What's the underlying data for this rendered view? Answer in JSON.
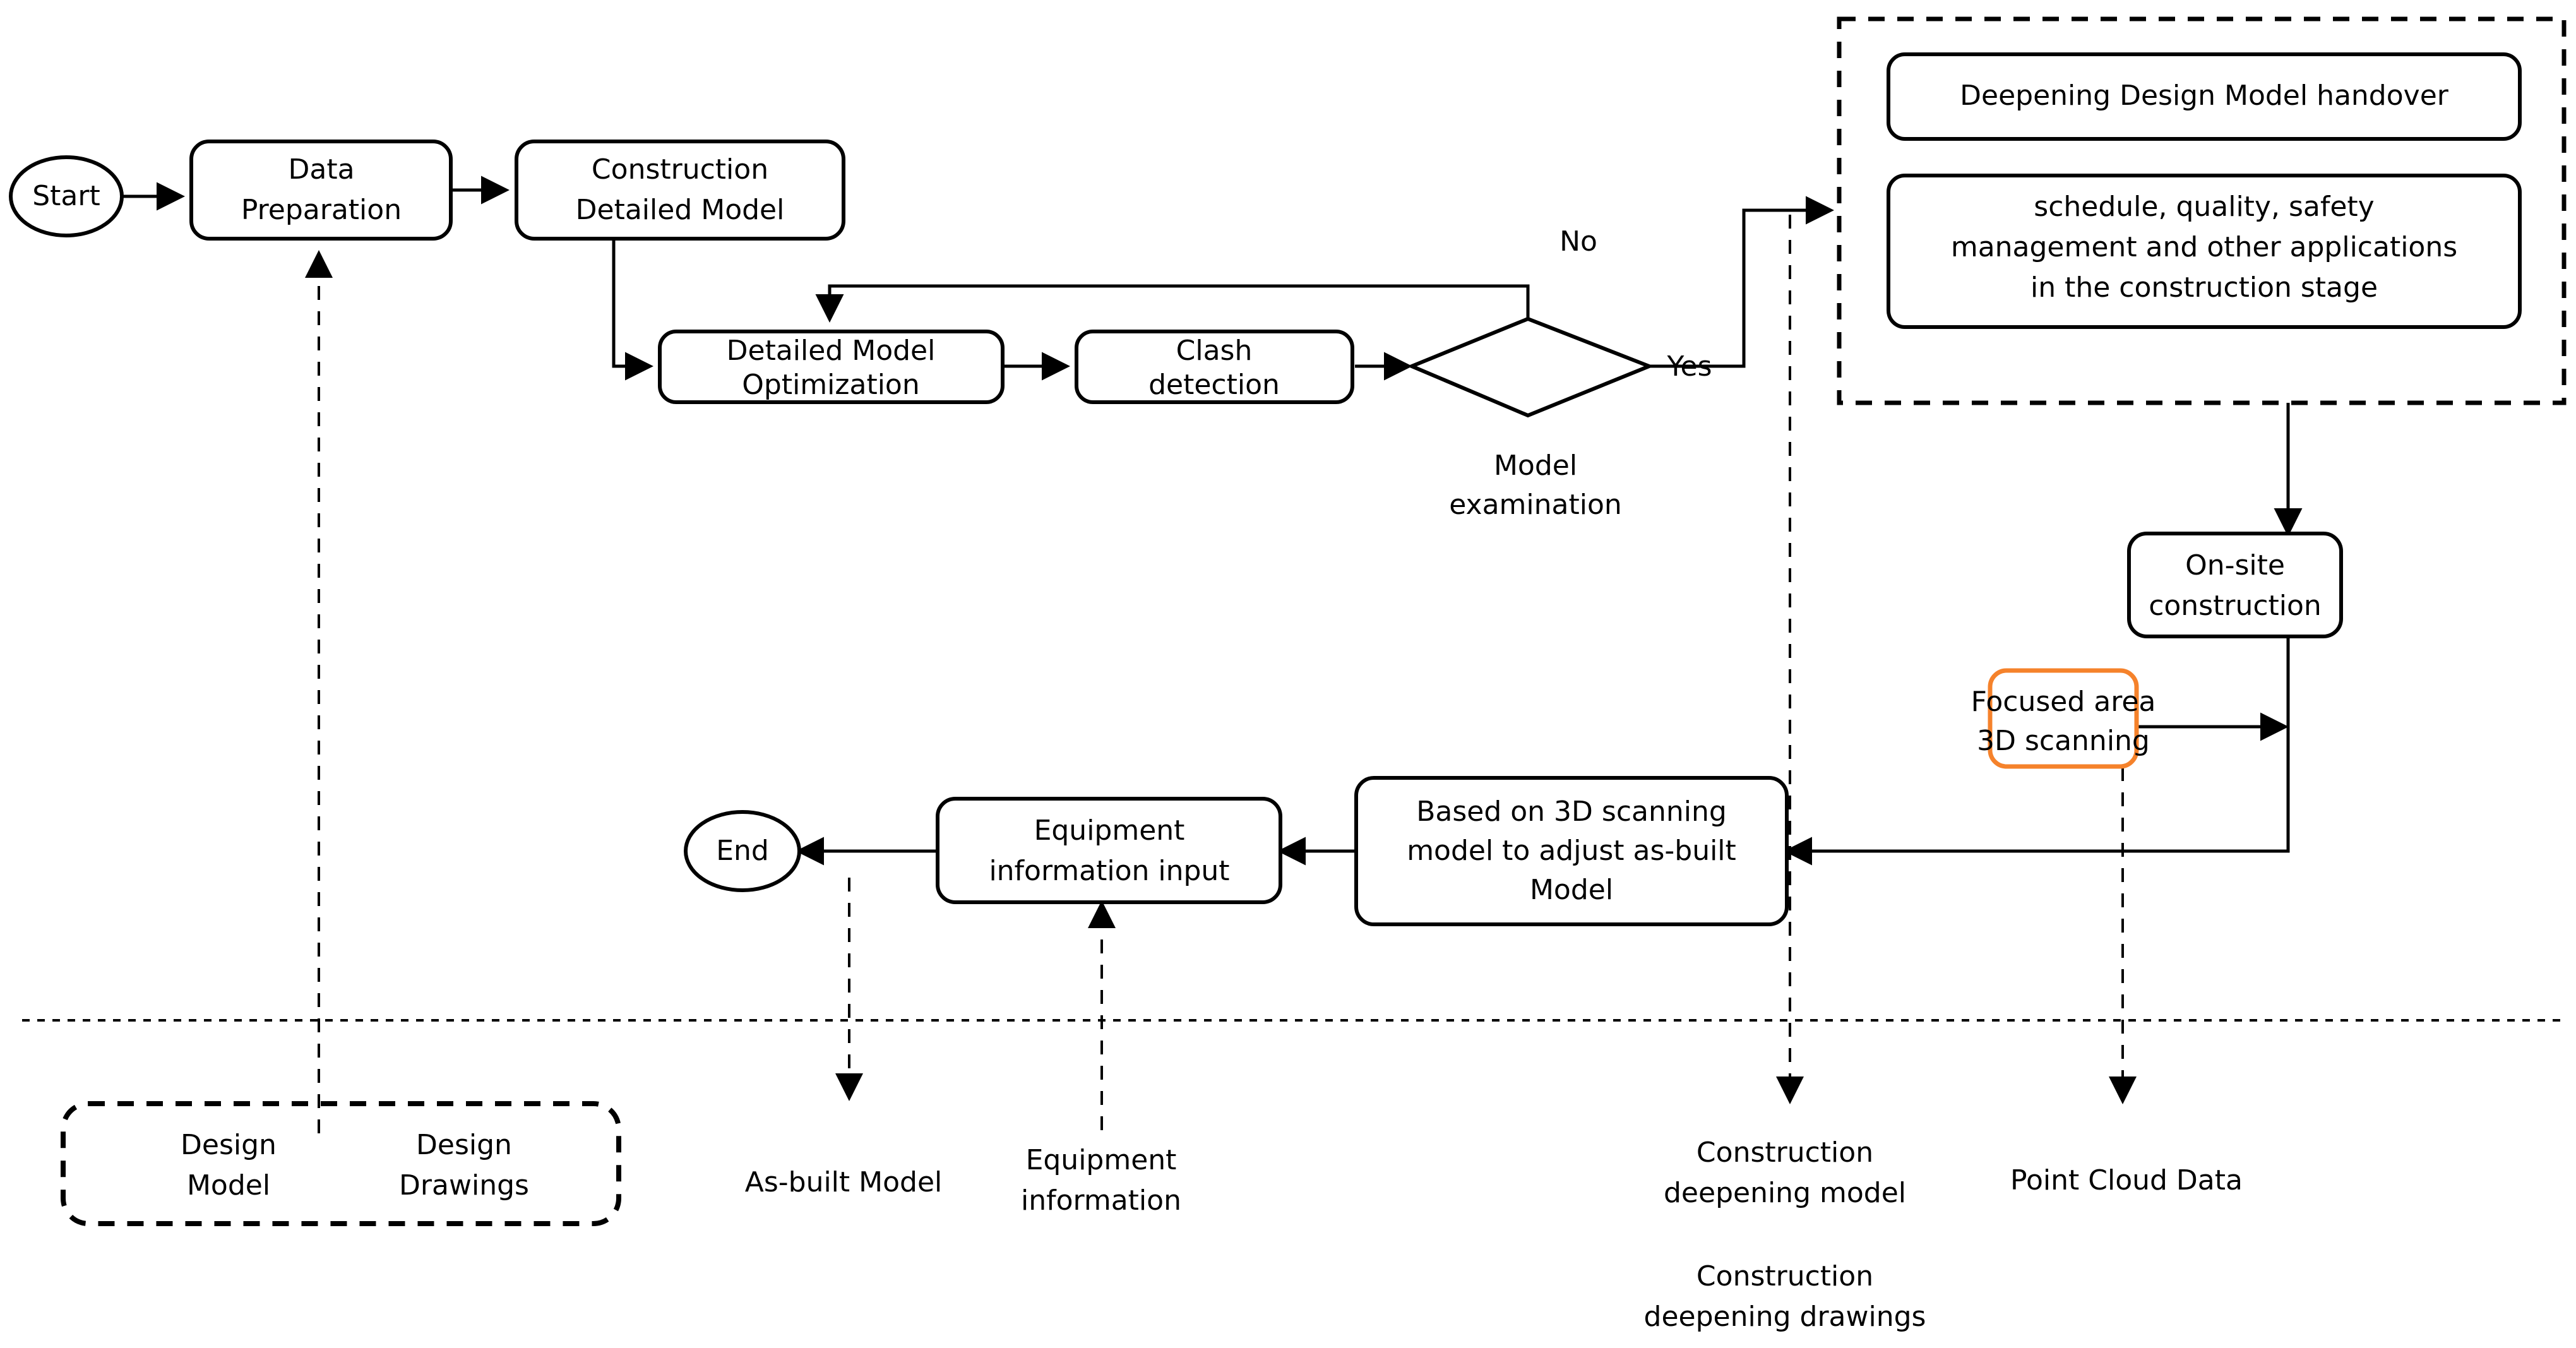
{
  "diagram": {
    "title": "BIM construction-stage workflow",
    "accent_color": "#f5822b",
    "line_color": "#000000",
    "background": "#ffffff"
  },
  "nodes": {
    "start": {
      "label": "Start",
      "shape": "ellipse"
    },
    "data_preparation": {
      "label_line1": "Data",
      "label_line2": "Preparation",
      "shape": "rounded-rect"
    },
    "construction_detailed_model": {
      "label_line1": "Construction",
      "label_line2": "Detailed Model",
      "shape": "rounded-rect"
    },
    "detailed_model_optimization": {
      "label_line1": "Detailed Model",
      "label_line2": "Optimization",
      "shape": "rounded-rect"
    },
    "clash_detection": {
      "label_line1": "Clash",
      "label_line2": "detection",
      "shape": "rounded-rect"
    },
    "model_examination": {
      "caption_line1": "Model",
      "caption_line2": "examination",
      "shape": "diamond"
    },
    "deepening_design_model_handover": {
      "label": "Deepening Design Model handover",
      "shape": "rounded-rect"
    },
    "construction_stage_applications": {
      "label_line1": "schedule, quality, safety",
      "label_line2": "management and other applications",
      "label_line3": "in the construction stage",
      "shape": "rounded-rect"
    },
    "on_site_construction": {
      "label_line1": "On-site",
      "label_line2": "construction",
      "shape": "rounded-rect"
    },
    "focused_area_3d_scanning": {
      "label_line1": "Focused area",
      "label_line2": "3D scanning",
      "shape": "rounded-rect",
      "accent": true
    },
    "adjust_as_built_model": {
      "label_line1": "Based on 3D scanning",
      "label_line2": "model to adjust as-built",
      "label_line3": "Model",
      "shape": "rounded-rect"
    },
    "equipment_information_input": {
      "label_line1": "Equipment",
      "label_line2": "information input",
      "shape": "rounded-rect"
    },
    "end": {
      "label": "End",
      "shape": "ellipse"
    }
  },
  "edge_labels": {
    "no": "No",
    "yes": "Yes"
  },
  "artifacts": {
    "design_group": {
      "design_model_line1": "Design",
      "design_model_line2": "Model",
      "design_drawings_line1": "Design",
      "design_drawings_line2": "Drawings"
    },
    "as_built_model": "As-built Model",
    "equipment_information_line1": "Equipment",
    "equipment_information_line2": "information",
    "construction_deepening_model_line1": "Construction",
    "construction_deepening_model_line2": "deepening model",
    "construction_deepening_drawings_line1": "Construction",
    "construction_deepening_drawings_line2": "deepening drawings",
    "point_cloud_data": "Point Cloud Data"
  }
}
